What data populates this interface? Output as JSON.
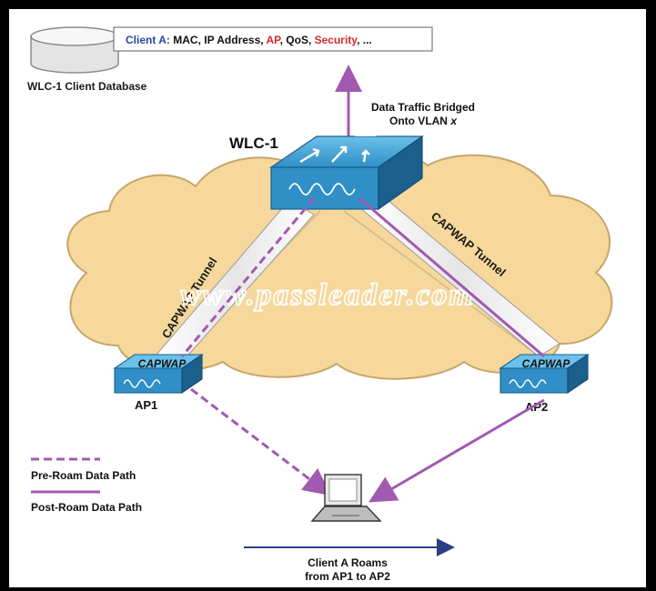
{
  "database": {
    "record_prefix": "Client A:",
    "record_parts": [
      {
        "text": " MAC, IP Address, ",
        "style": "normal"
      },
      {
        "text": "AP",
        "style": "highlight"
      },
      {
        "text": ", QoS, ",
        "style": "normal"
      },
      {
        "text": "Security",
        "style": "highlight"
      },
      {
        "text": ", ...",
        "style": "normal"
      }
    ],
    "caption": "WLC-1 Client Database"
  },
  "controller": {
    "name": "WLC-1",
    "bridge_note_line1": "Data Traffic Bridged",
    "bridge_note_line2": "Onto VLAN ",
    "bridge_note_vlan": "x"
  },
  "tunnels": {
    "left_label": "CAPWAP Tunnel",
    "right_label": "CAPWAP Tunnel"
  },
  "access_points": [
    {
      "name": "AP1",
      "badge": "CAPWAP"
    },
    {
      "name": "AP2",
      "badge": "CAPWAP"
    }
  ],
  "watermark": "www.passleader.com",
  "legend": [
    {
      "label": "Pre-Roam Data Path",
      "line": "dashed"
    },
    {
      "label": "Post-Roam Data Path",
      "line": "solid"
    }
  ],
  "roam_caption": {
    "line1": "Client A Roams",
    "line2": "from AP1 to AP2"
  },
  "colors": {
    "path": "#a259b0",
    "device_blue": "#3d9fd2",
    "device_dark": "#1b5f8d",
    "cloud_fill": "#f6d89c",
    "cloud_stroke": "#c6a66a",
    "highlight_text": "#d6282b",
    "label_blue": "#2a46a8",
    "roam_arrow": "#2d3e86"
  }
}
